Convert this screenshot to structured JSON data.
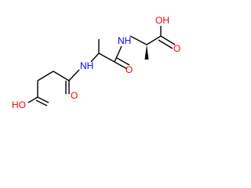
{
  "molecule": {
    "bond_color": "#000000",
    "oxygen_color": "#ff0000",
    "nitrogen_color": "#0000ff",
    "labels": {
      "oh_top": "OH",
      "o_top": "O",
      "nh_right": "NH",
      "o_middle": "O",
      "nh_left": "NH",
      "o_bottom": "O",
      "ho_bottom": "HO"
    }
  }
}
